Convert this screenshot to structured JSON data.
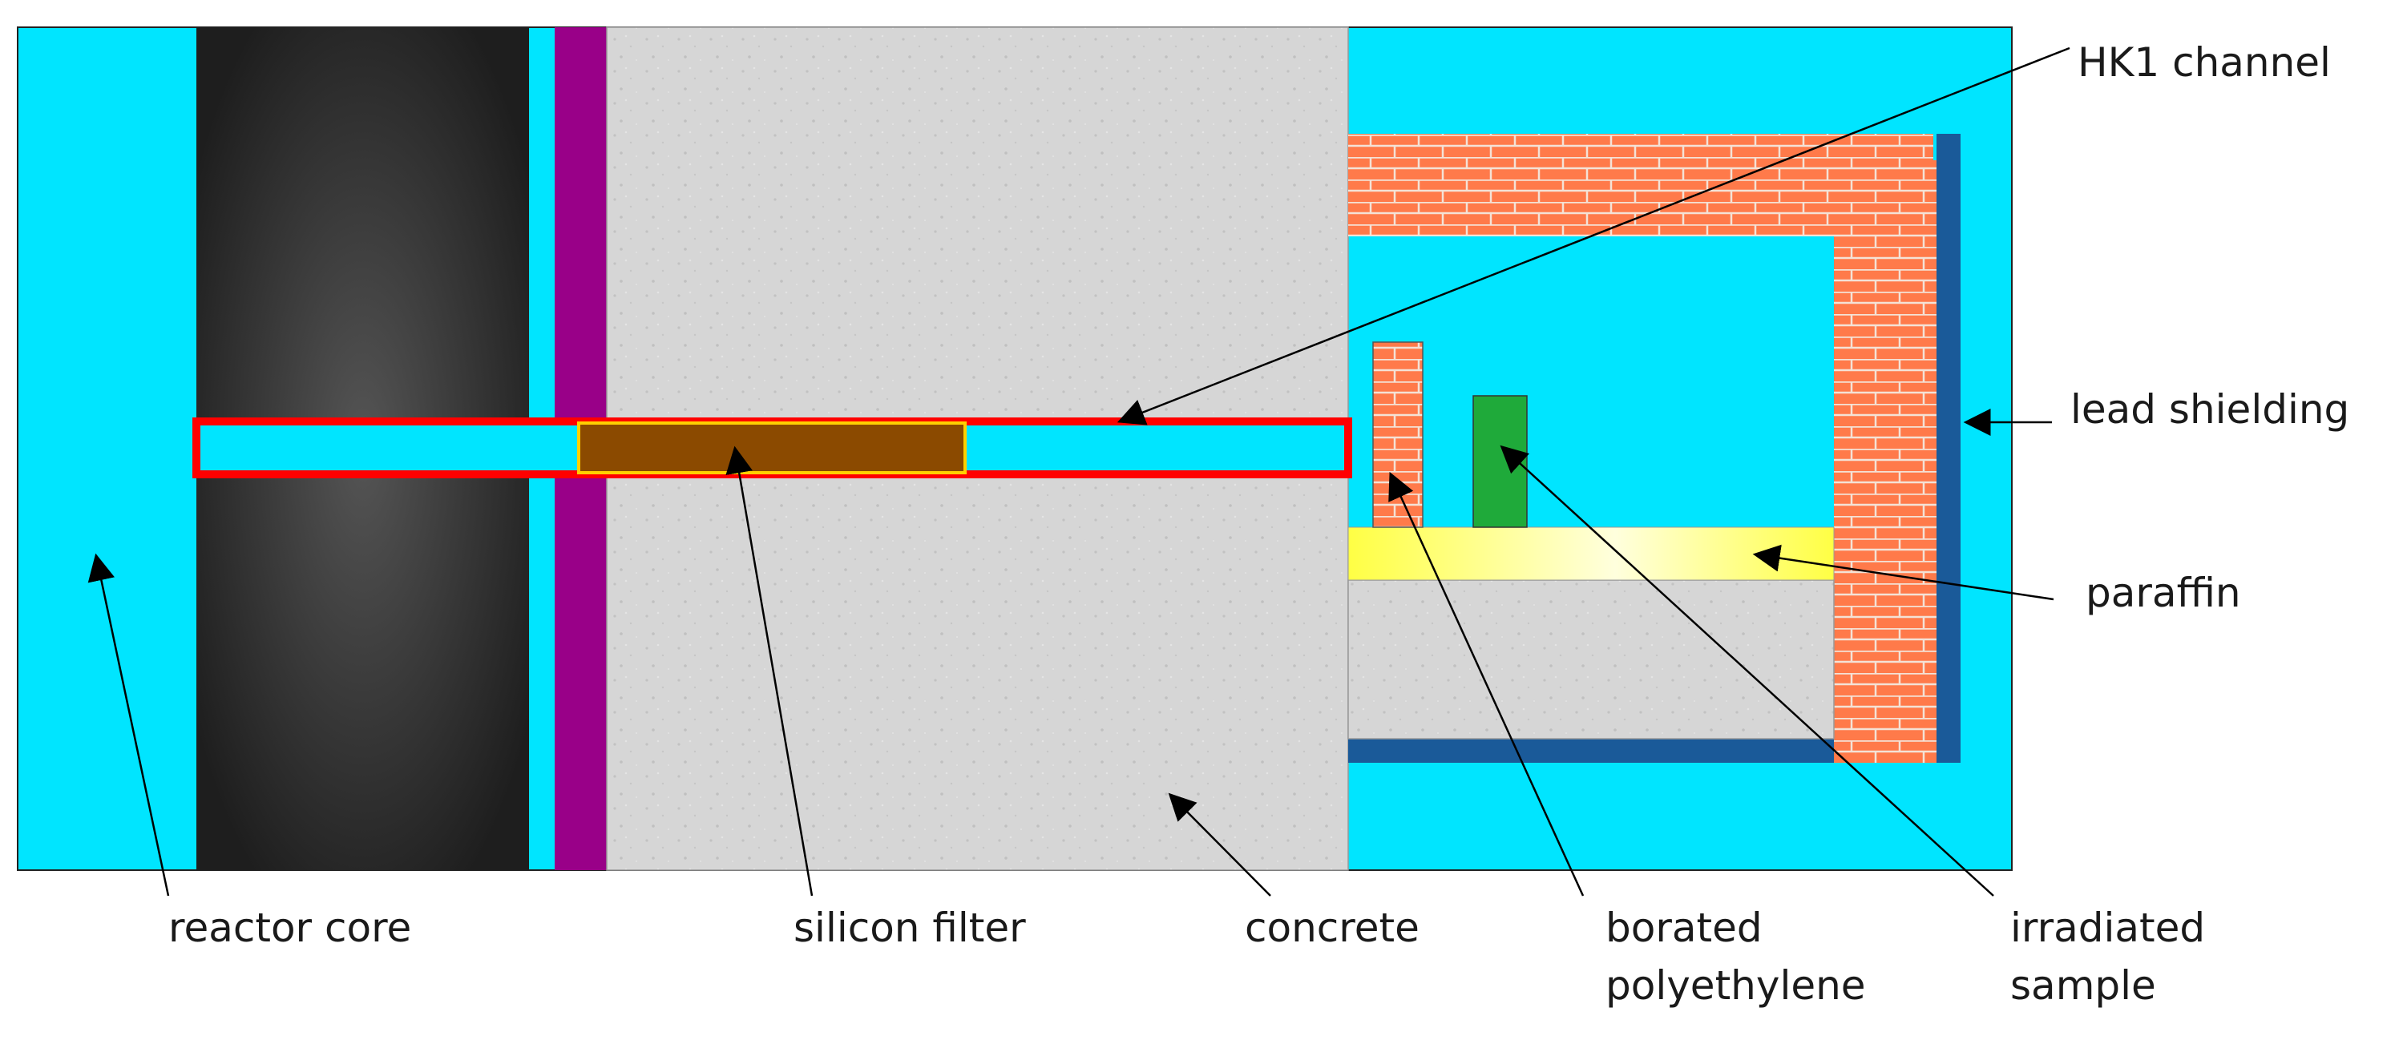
{
  "labels": {
    "hk1_channel": "HK1 channel",
    "lead_shielding": "lead shielding",
    "paraffin": "paraffin",
    "reactor_core": "reactor core",
    "silicon_filter": "silicon filter",
    "concrete": "concrete",
    "borated_line1": "borated",
    "borated_line2": "polyethylene",
    "irradiated_line1": "irradiated",
    "irradiated_line2": "sample"
  },
  "colors": {
    "water": "#00e5ff",
    "core": "#2a2a2a",
    "purple": "#990088",
    "concrete": "#d6d6d6",
    "brick": "#ff7a4a",
    "lead": "#1a5a99",
    "paraffin": "#ffff66",
    "sample": "#1faa3a",
    "filter": "#8b4a00",
    "channel_border": "#ff0000"
  }
}
